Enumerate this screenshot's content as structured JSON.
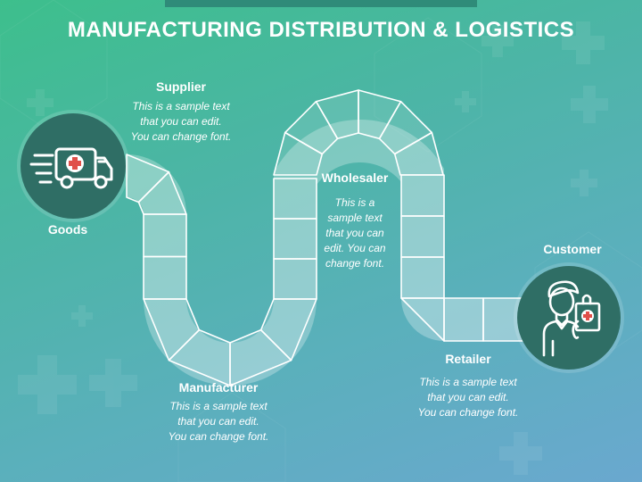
{
  "title": "MANUFACTURING DISTRIBUTION & LOGISTICS",
  "stages": {
    "goods": {
      "label": "Goods"
    },
    "supplier": {
      "label": "Supplier",
      "text": [
        "This is a sample text",
        "that you can edit.",
        "You can change font."
      ]
    },
    "manufacturer": {
      "label": "Manufacturer",
      "text": [
        "This is a sample text",
        "that you can edit.",
        "You can change font."
      ]
    },
    "wholesaler": {
      "label": "Wholesaler",
      "text": [
        "This is a",
        "sample text",
        "that you can",
        "edit. You can",
        "change font."
      ]
    },
    "retailer": {
      "label": "Retailer",
      "text": [
        "This is a sample text",
        "that you can edit.",
        "You can change font."
      ]
    },
    "customer": {
      "label": "Customer"
    }
  },
  "icons": {
    "goods": "delivery-truck-icon",
    "customer": "shopper-with-bag-icon",
    "background": "medical-cross-icon"
  },
  "colors": {
    "circle": "#2f6e65",
    "path_fill": "#ffffff",
    "accent_red": "#e0504a"
  }
}
